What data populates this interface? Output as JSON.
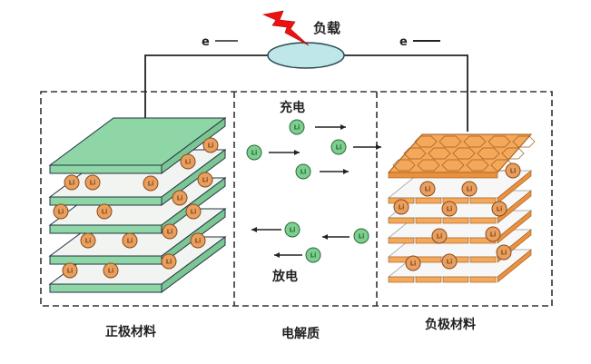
{
  "title": "Lithium-ion battery charge/discharge diagram",
  "load_label": "负载",
  "electron_left": "e",
  "electron_right": "e",
  "charge_label": "充电",
  "discharge_label": "放电",
  "cathode_label": "正极材料",
  "electrolyte_label": "电解质",
  "anode_label": "负极材料",
  "ion_label": "Li",
  "colors": {
    "cathode_green": "#8fd6a6",
    "anode_orange": "#f4a85a",
    "ion_orange": "#e8a060",
    "ion_green": "#7ccf8f",
    "load_fill": "#bfe6e8",
    "bolt_red": "#ee1111"
  }
}
